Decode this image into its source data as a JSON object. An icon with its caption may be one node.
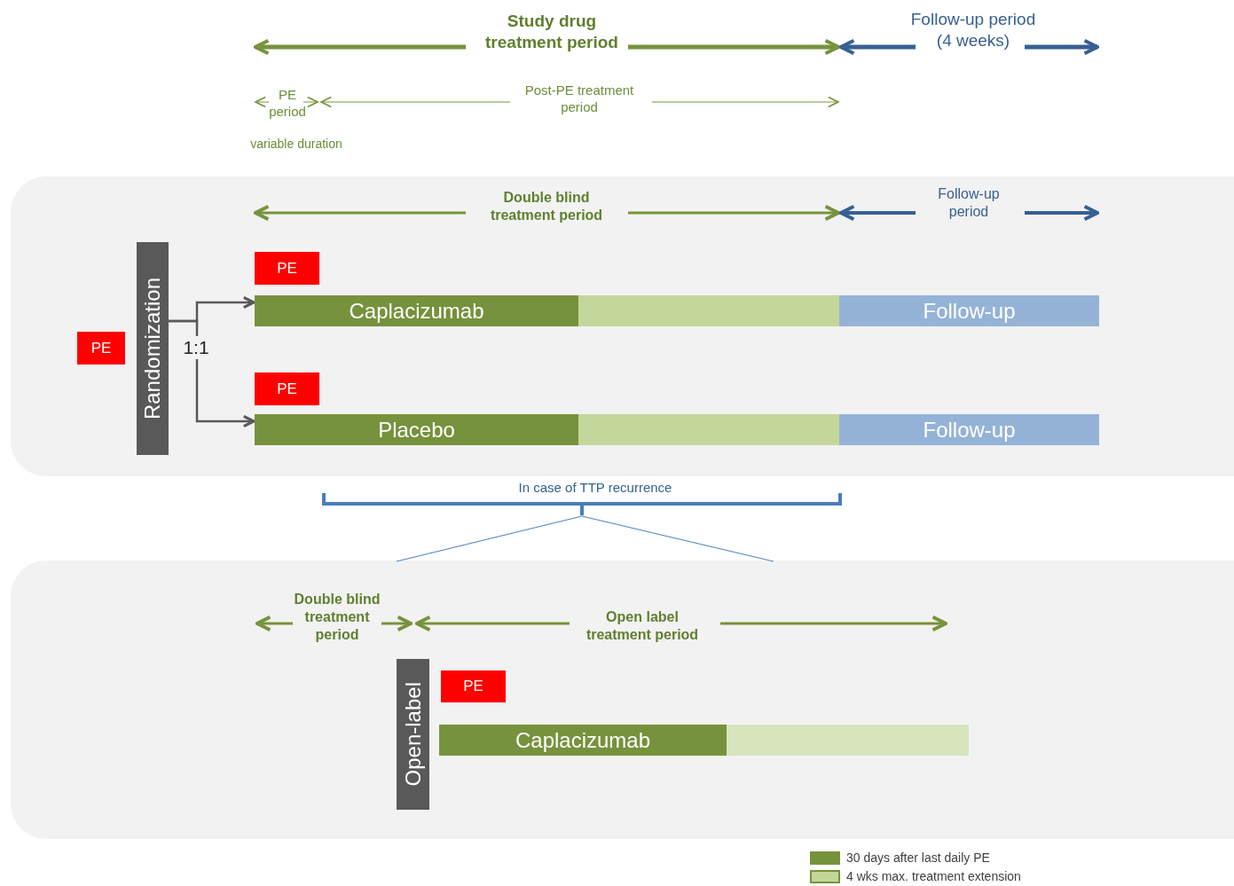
{
  "diagram": {
    "nodes": [
      {
        "text": [
          "PE"
        ]
      },
      {
        "text": [
          "Randomization"
        ]
      },
      {
        "text": [
          "PE"
        ]
      },
      {
        "text": [
          "Caplacizumab"
        ]
      },
      {
        "text": [],
        "shape": "bar"
      },
      {
        "text": [
          "Follow-up"
        ]
      },
      {
        "text": [
          "PE"
        ]
      },
      {
        "text": [
          "Placebo"
        ]
      },
      {
        "text": [],
        "shape": "bar"
      },
      {
        "text": [
          "Follow-up"
        ]
      },
      {
        "text": [
          "Open-label"
        ]
      },
      {
        "text": [
          "PE"
        ]
      },
      {
        "text": [
          "Caplacizumab"
        ]
      },
      {
        "text": [],
        "shape": "bar"
      }
    ],
    "edges": [
      {
        "from": 1,
        "to": 3,
        "arrow": "to"
      },
      {
        "from": 1,
        "to": 7,
        "arrow": "to"
      }
    ],
    "labels": [
      "Study drug treatment period",
      "Follow-up period (4 weeks)",
      "PE period",
      "Post-PE treatment period",
      "variable duration",
      "Double blind treatment period",
      "Follow-up period",
      "1:1",
      "In case of TTP recurrence",
      "Double blind treatment period",
      "Open label treatment period"
    ],
    "legend": [
      {
        "text": "30 days after last daily PE",
        "color": "#76923c"
      },
      {
        "text": "4 wks max. treatment extension",
        "color": "#c4d79b"
      }
    ]
  }
}
